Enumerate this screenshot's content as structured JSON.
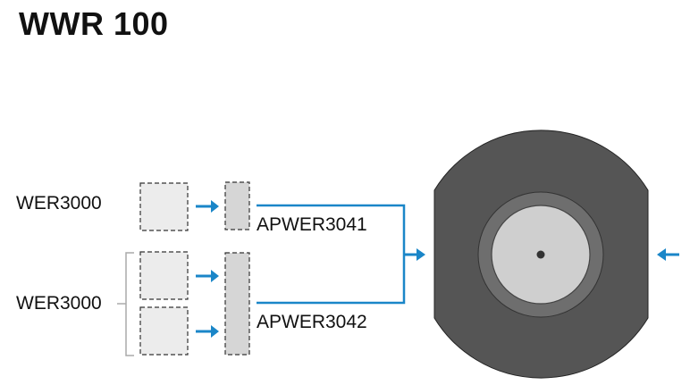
{
  "title": "WWR 100",
  "groups": [
    {
      "label": "WER3000",
      "slots": 1,
      "adapter": "APWER3041"
    },
    {
      "label": "WER3000",
      "slots": 2,
      "adapter": "APWER3042"
    }
  ],
  "colors": {
    "arrow": "#1a86c8",
    "module_fill": "#ececec",
    "module_border": "#333333",
    "adapter_fill": "#d6d6d6",
    "housing": "#555555",
    "ring": "#6e6e6e",
    "inner_disc": "#cfcfcf",
    "bracket": "#aaaaaa"
  },
  "icons": [
    "arrow-right-icon",
    "arrow-left-icon",
    "center-dot-icon"
  ]
}
